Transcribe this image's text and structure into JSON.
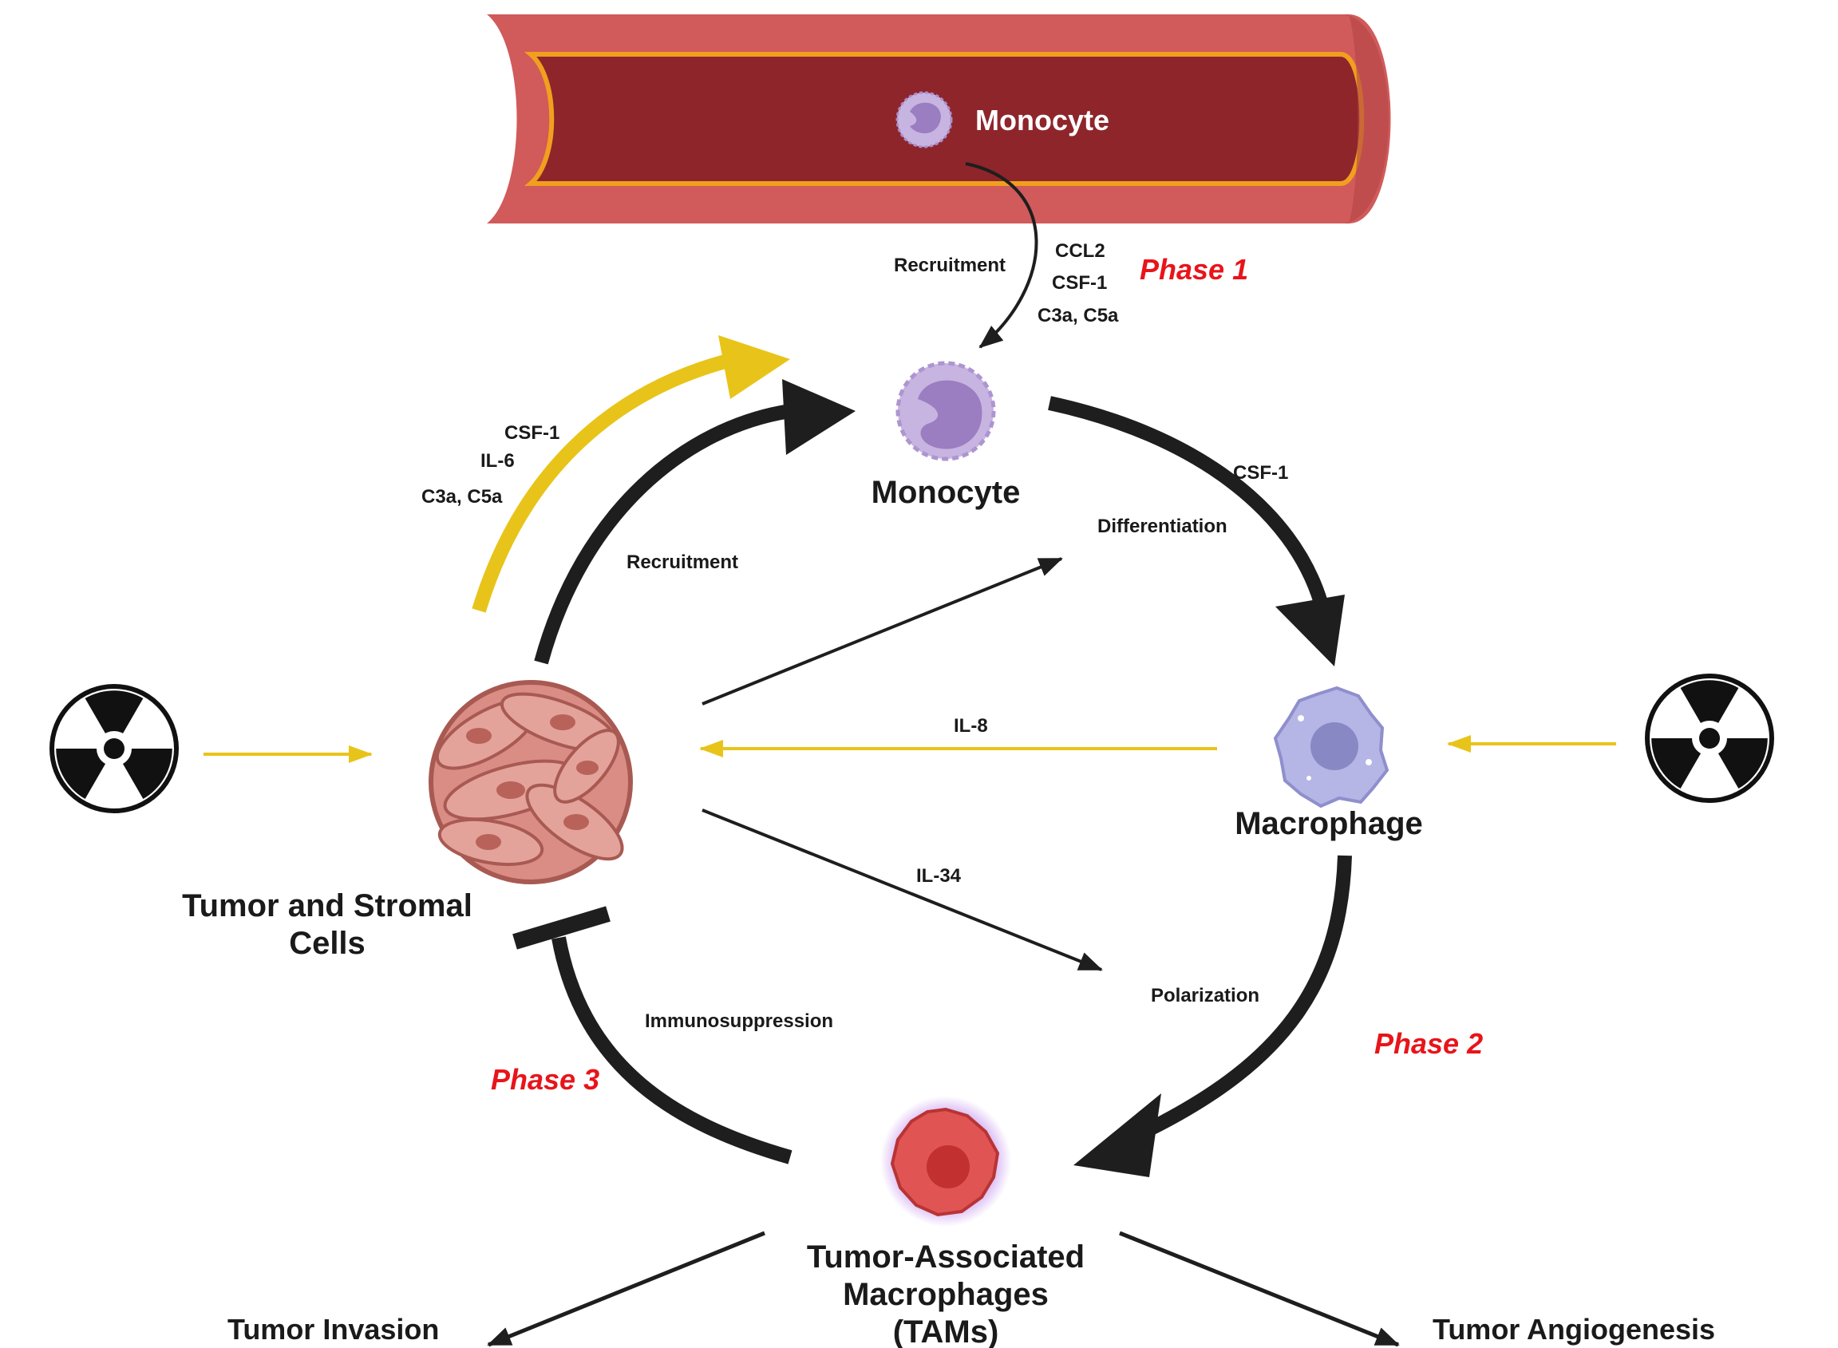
{
  "vessel": {
    "monocyte_label": "Monocyte"
  },
  "phase1": {
    "phase_label": "Phase 1",
    "recruitment_label": "Recruitment",
    "factors": [
      "CCL2",
      "CSF-1",
      "C3a, C5a"
    ]
  },
  "monocyte": {
    "label": "Monocyte"
  },
  "tumor": {
    "label_line1": "Tumor and Stromal",
    "label_line2": "Cells"
  },
  "yellow_factors": [
    "CSF-1",
    "IL-6",
    "C3a, C5a"
  ],
  "recruitment_label": "Recruitment",
  "differentiation": {
    "factor": "CSF-1",
    "label": "Differentiation"
  },
  "macrophage": {
    "label": "Macrophage"
  },
  "il8_label": "IL-8",
  "il34_label": "IL-34",
  "polarization_label": "Polarization",
  "phase2_label": "Phase 2",
  "phase3_label": "Phase 3",
  "immunosuppression_label": "Immunosuppression",
  "tams": {
    "line1": "Tumor-Associated",
    "line2": "Macrophages",
    "line3": "(TAMs)"
  },
  "outcomes": {
    "invasion": "Tumor Invasion",
    "angiogenesis": "Tumor Angiogenesis"
  },
  "colors": {
    "vessel_outer": "#d15a5a",
    "vessel_inner": "#8e252b",
    "vessel_stripe": "#f0a01e",
    "radiation_arrow": "#e8c41a",
    "cycle_arrow": "#1e1e1e",
    "phase_text": "#e8141a",
    "monocyte_cell": "#c8b4e0",
    "macrophage_cell": "#b5b5e6",
    "tam_cell": "#e05454",
    "tumor_cell": "#d98d84"
  },
  "icons": [
    "radiation-icon",
    "monocyte-cell-icon",
    "macrophage-cell-icon",
    "tam-cell-icon",
    "tumor-cluster-icon"
  ]
}
